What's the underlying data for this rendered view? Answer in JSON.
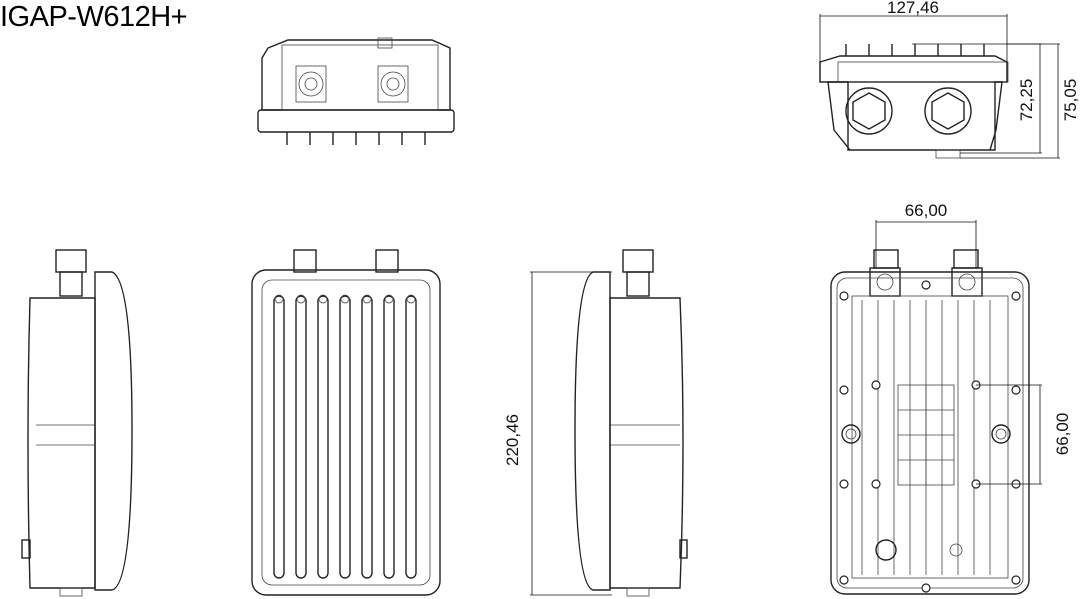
{
  "title": "IGAP-W612H+",
  "dimensions": {
    "width": "127,46",
    "height_body": "72,25",
    "height_total": "75,05",
    "antenna_spacing": "66,00",
    "length": "220,46",
    "mount_spacing": "66,00"
  }
}
